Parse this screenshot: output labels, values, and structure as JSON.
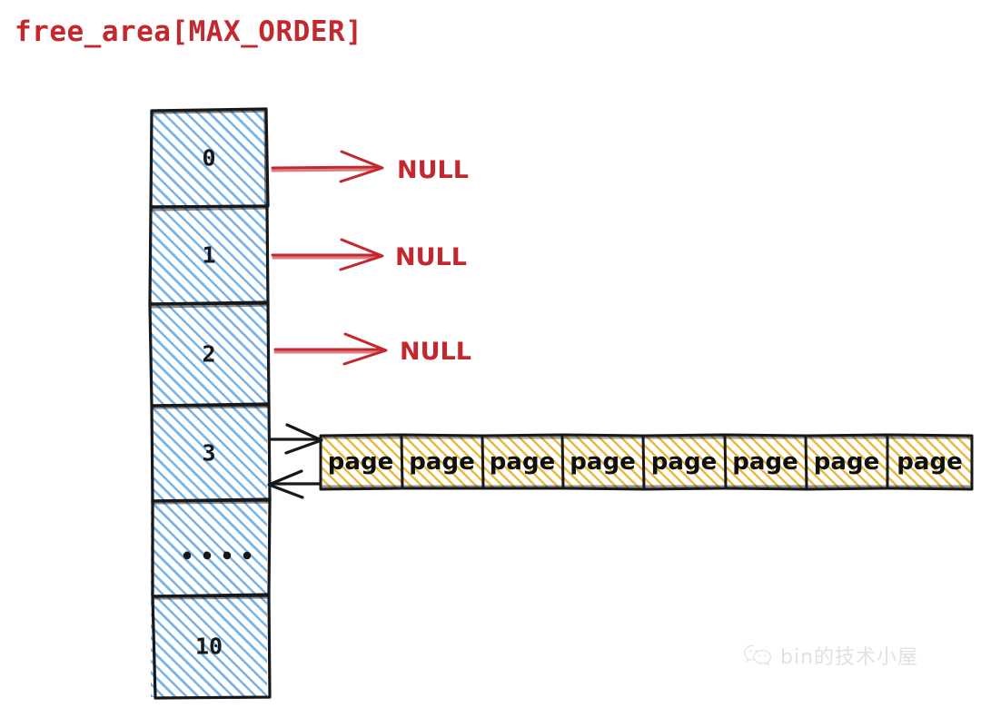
{
  "title": "free_area[MAX_ORDER]",
  "colors": {
    "accent_red": "#C4282F",
    "array_hatch_blue": "#79B4E6",
    "page_hatch_yellow": "#EAB93F",
    "stroke_black": "#17181A",
    "background": "#FFFFFF",
    "watermark_gray": "#C9C9C9"
  },
  "array": {
    "name": "free_area",
    "cells": [
      {
        "label": "0",
        "points_to": "NULL"
      },
      {
        "label": "1",
        "points_to": "NULL"
      },
      {
        "label": "2",
        "points_to": "NULL"
      },
      {
        "label": "3",
        "points_to": "page-list"
      },
      {
        "label": "...",
        "points_to": ""
      },
      {
        "label": "10",
        "points_to": ""
      }
    ]
  },
  "null_labels": [
    {
      "text": "NULL"
    },
    {
      "text": "NULL"
    },
    {
      "text": "NULL"
    }
  ],
  "page_list": {
    "nodes": [
      {
        "label": "page"
      },
      {
        "label": "page"
      },
      {
        "label": "page"
      },
      {
        "label": "page"
      },
      {
        "label": "page"
      },
      {
        "label": "page"
      },
      {
        "label": "page"
      },
      {
        "label": "page"
      }
    ]
  },
  "watermark": {
    "icon": "wechat-icon",
    "text": "bin的技术小屋"
  }
}
